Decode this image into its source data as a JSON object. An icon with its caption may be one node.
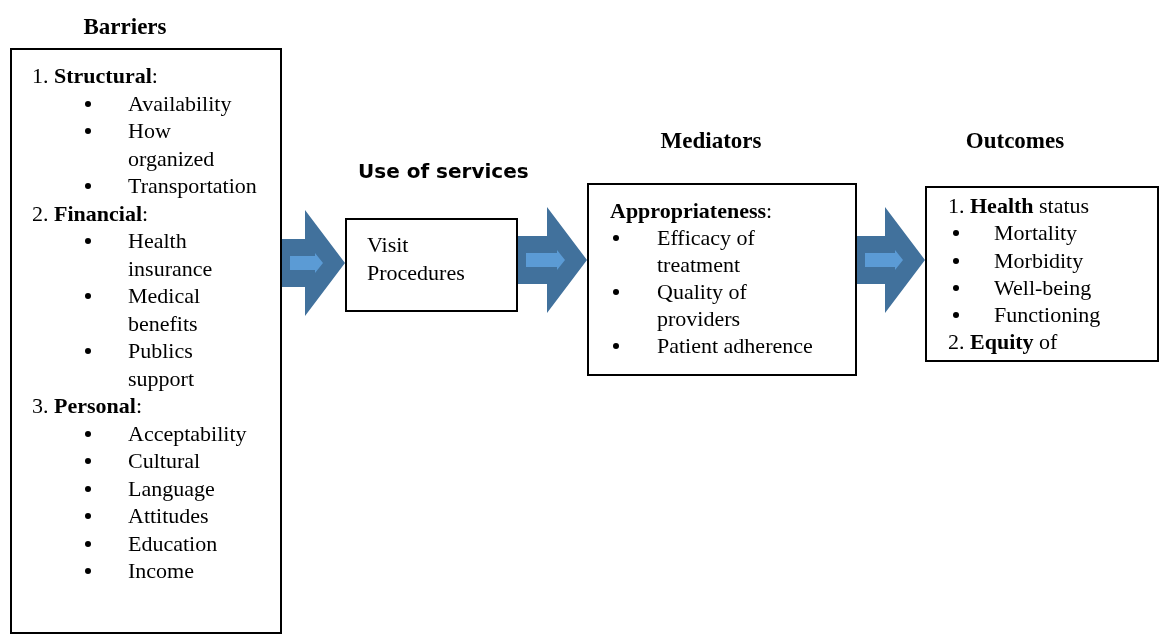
{
  "diagram": {
    "nodes": [
      {
        "text": [
          "Barriers",
          "1. **Structural**:",
          "Availability",
          "How organized",
          "Transportation",
          "2. **Financial**:",
          "Health insurance",
          "Medical benefits",
          "Publics support",
          "3. **Personal**:",
          "Acceptability",
          "Cultural",
          "Language",
          "Attitudes",
          "Education",
          "Income"
        ]
      },
      {
        "text": [
          "Use of services",
          "Visit",
          "Procedures"
        ]
      },
      {
        "text": [
          "Mediators",
          "**Appropriateness**:",
          "Efficacy of treatment",
          "Quality of providers",
          "Patient adherence"
        ]
      },
      {
        "text": [
          "Outcomes",
          "1. **Health** status",
          "Mortality",
          "Morbidity",
          "Well-being",
          "Functioning",
          "2. **Equity** of"
        ]
      }
    ],
    "edges": [
      {
        "from": 0,
        "to": 1,
        "arrow": "to"
      },
      {
        "from": 1,
        "to": 2,
        "arrow": "to"
      },
      {
        "from": 2,
        "to": 3,
        "arrow": "to"
      }
    ]
  }
}
